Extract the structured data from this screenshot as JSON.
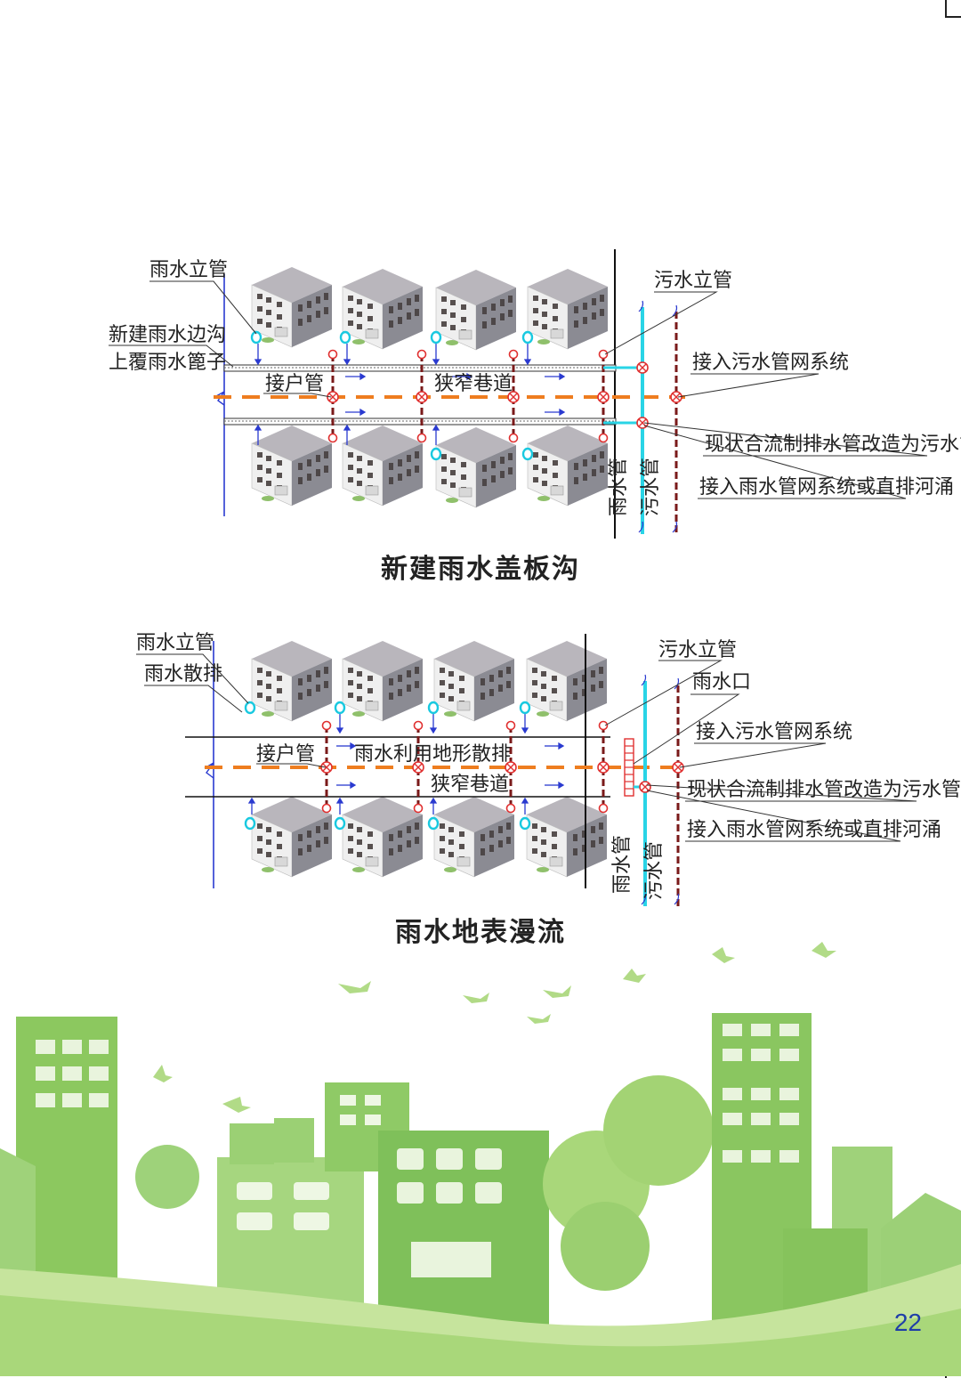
{
  "diagram1": {
    "caption": "新建雨水盖板沟",
    "labels": {
      "rain_riser": "雨水立管",
      "new_ditch_1": "新建雨水边沟",
      "new_ditch_2": "上覆雨水篦子",
      "house_pipe": "接户管",
      "narrow_alley": "狭窄巷道",
      "sewage_riser": "污水立管",
      "connect_sewage": "接入污水管网系统",
      "retrofit": "现状合流制排水管改造为污水管",
      "connect_rain": "接入雨水管网系统或直排河涌",
      "rain_pipe": "雨水管",
      "sewage_pipe": "污水管"
    }
  },
  "diagram2": {
    "caption": "雨水地表漫流",
    "labels": {
      "rain_riser": "雨水立管",
      "rain_scatter": "雨水散排",
      "house_pipe": "接户管",
      "terrain_use": "雨水利用地形散排",
      "narrow_alley": "狭窄巷道",
      "sewage_riser": "污水立管",
      "rain_inlet": "雨水口",
      "connect_sewage": "接入污水管网系统",
      "retrofit": "现状合流制排水管改造为污水管",
      "connect_rain": "接入雨水管网系统或直排河涌",
      "rain_pipe": "雨水管",
      "sewage_pipe": "污水管"
    }
  },
  "page_number": "22",
  "colors": {
    "sewage_dash": "#ee7d1f",
    "rain_pipe": "#29d4e6",
    "sewage_pipe": "#7a1a1a",
    "blue_line": "#2a3ad0",
    "green_light": "#a9d77a",
    "green_mid": "#7cc36a"
  }
}
